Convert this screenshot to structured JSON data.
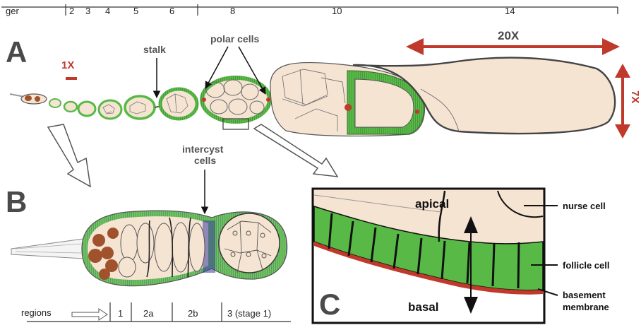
{
  "panels": {
    "a": "A",
    "b": "B",
    "c": "C"
  },
  "stage_scale": [
    "ger",
    "2",
    "3",
    "4",
    "5",
    "6",
    "8",
    "10",
    "14"
  ],
  "magnification": {
    "one_x": "1X",
    "twenty_x": "20X",
    "seven_x": "7X"
  },
  "labels": {
    "stalk": "stalk",
    "polar_cells": "polar cells",
    "intercyst_line1": "intercyst",
    "intercyst_line2": "cells"
  },
  "regions": {
    "title": "regions",
    "items": [
      "1",
      "2a",
      "2b",
      "3 (stage 1)"
    ]
  },
  "panel_c": {
    "apical": "apical",
    "basal": "basal",
    "nurse_cell": "nurse cell",
    "follicle_cell": "follicle cell",
    "basement_line1": "basement",
    "basement_line2": "membrane"
  },
  "colors": {
    "follicle_green": "#58b947",
    "cytoplasm_cream": "#f6e4d3",
    "basement_red": "#c0392b",
    "germline_brown": "#a0522d",
    "intercyst_blue": "#3b3b9e"
  }
}
